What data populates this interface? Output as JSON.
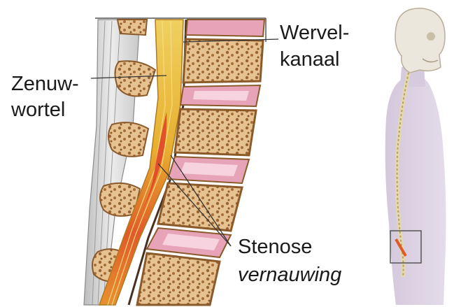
{
  "labels": {
    "nerve_root": {
      "line1": "Zenuw-",
      "line2": "wortel"
    },
    "spinal_canal": {
      "line1": "Wervel-",
      "line2": "kanaal"
    },
    "stenosis": {
      "line1": "Stenose",
      "line2": "vernauwing"
    }
  },
  "colors": {
    "bone_outer": "#c99a6a",
    "bone_inner": "#e9c896",
    "bone_pore": "#8b5a2b",
    "disc": "#e7a4b8",
    "disc_highlight": "#f6d3de",
    "nerve": "#e8c040",
    "inflamed": "#e0402a",
    "ligament": "#d8d8d8",
    "body_silhouette": "#d9cfe0",
    "skull": "#ece7dc",
    "leader_line": "#333333"
  },
  "icons": [
    "spine-cross-section-illustration",
    "human-body-silhouette",
    "skull-icon",
    "spine-column-icon",
    "highlight-box-icon"
  ]
}
